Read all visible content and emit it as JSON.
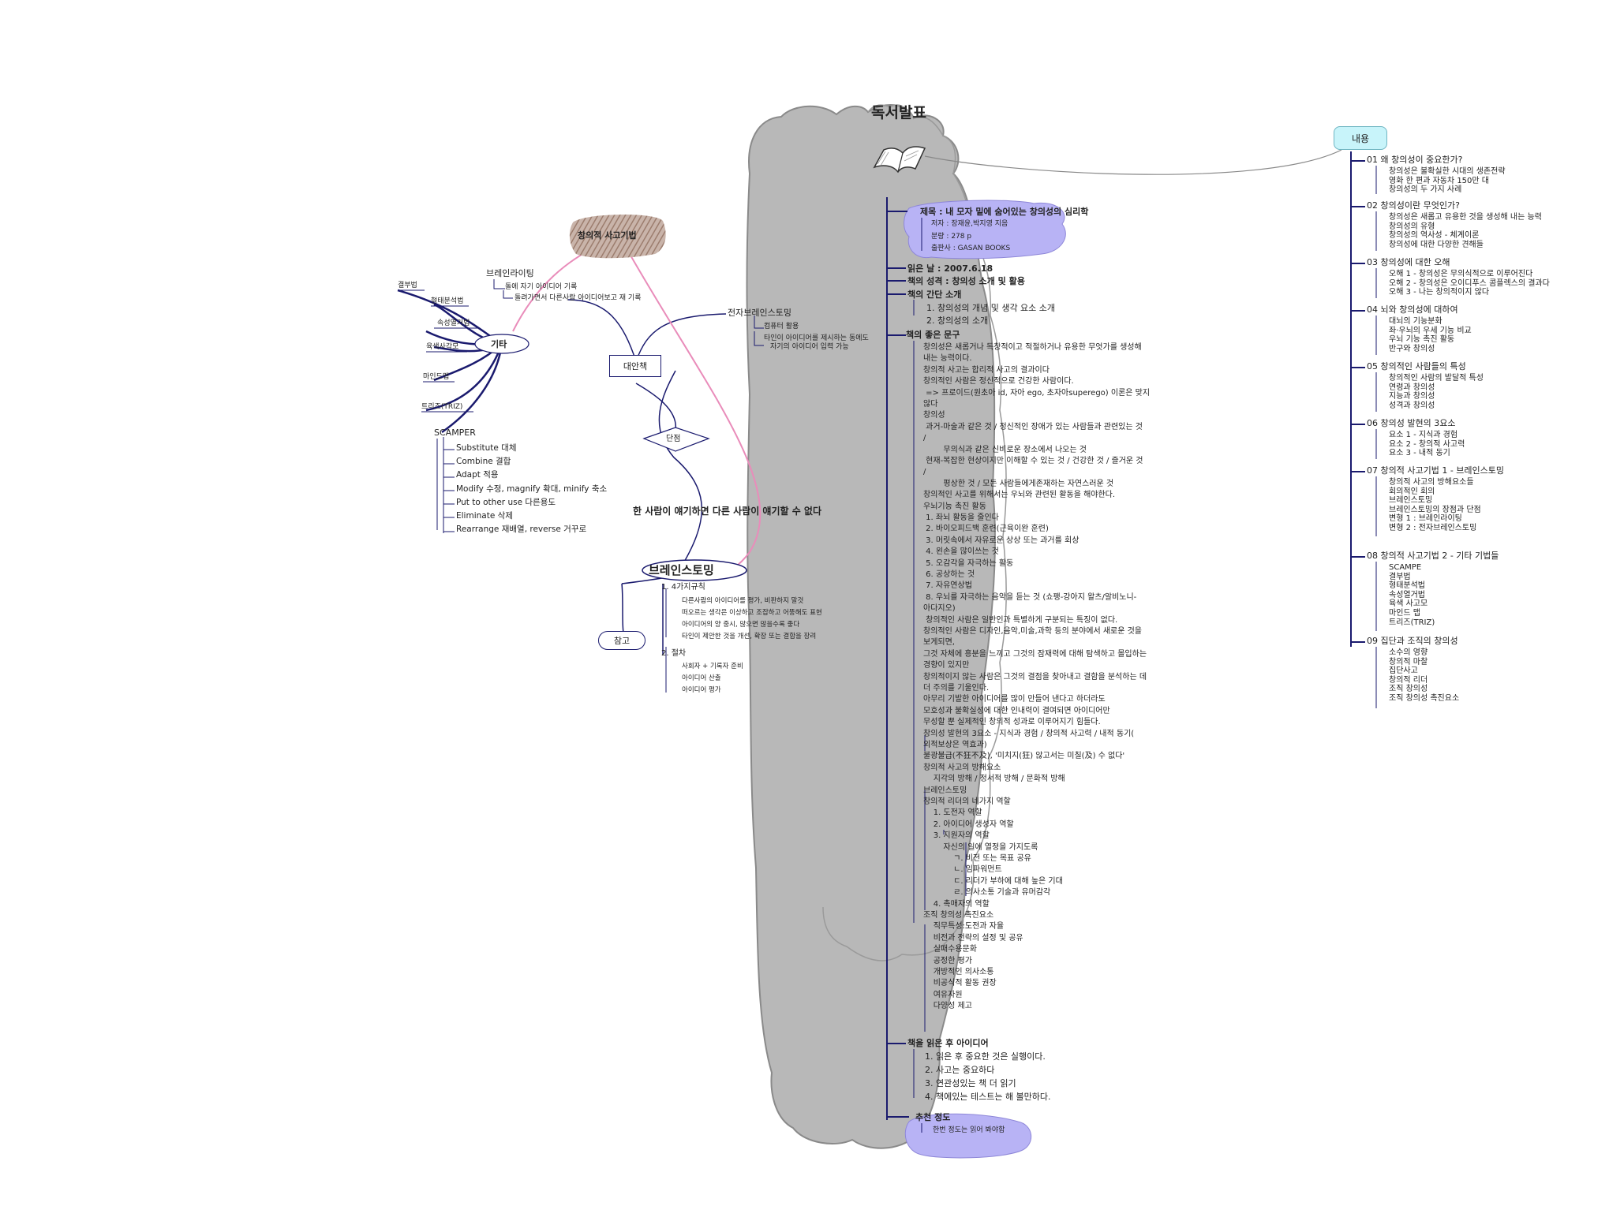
{
  "title": "독서발표",
  "content_node": "내용",
  "left": {
    "creative_thinking_node": "창의적 사고기법",
    "etc_node": "기타",
    "countermeasure_node": "대안책",
    "weakness_node": "단점",
    "brainstorming_node": "브레인스토밍",
    "reference_node": "참고",
    "quote": "한 사람이 얘기하면 다른 사람이 얘기할 수 없다",
    "brainwriting": [
      "브레인라이팅",
      "돌에 자기 아이디어 기록",
      "돌려가면서 다른사람 아이디어보고 재 기록"
    ],
    "electronic": [
      "전자브레인스토밍",
      "컴퓨터 활용",
      "타인이 아이디어를 제시하는 동에도",
      "자기의 아이디어 입력 가능"
    ],
    "etc_items": [
      "결부법",
      "형태분석법",
      "속성열거법",
      "육색사각모",
      "마인드맵",
      "트리즈(TRIZ)"
    ],
    "scamper_title": "SCAMPER",
    "scamper": [
      "Substitute 대체",
      "Combine 결합",
      "Adapt 적용",
      "Modify 수정, magnify 확대, minify 축소",
      "Put to other use 다른용도",
      "Eliminate 삭제",
      "Rearrange 재배열, reverse 거꾸로"
    ],
    "rules_title": "1. 4가지규칙",
    "rules": [
      "다른사람의 아이디어를 평가, 비판하지 말것",
      "떠오르는 생각은 이상하고 조잡하고 어뚱해도 표현",
      "아이디어의 양 중시, 많으면 많을수록 좋다",
      "타인이 제안한 것을 개선, 확장 또는 결합을 장려"
    ],
    "steps_title": "2. 절차",
    "steps": [
      "사회자 + 기록자 준비",
      "아이디어 산출",
      "아이디어 평가"
    ]
  },
  "center": {
    "book_title": "제목 : 내 모자 밑에 숨어있는 창의성의 심리학",
    "book_info": [
      "저자 : 장재윤,박지영 지음",
      "분량 : 278 p",
      "출판사 : GASAN BOOKS"
    ],
    "read_date": "읽은 날 : 2007.6.18",
    "nature": "책의 성격 : 창의성 소개 및 활용",
    "intro_title": "책의 간단 소개",
    "intro": [
      "1. 창의성의 개념 및 생각 요소 소개",
      "2. 창의성의 소개"
    ],
    "quotes_title": "책의 좋은 문구",
    "quotes": [
      "창의성은 새롭거나 독창적이고 적절하거나 유용한 무엇가를 생성해",
      "내는 능력이다.",
      "창의적 사고는 합리적 사고의 결과이다",
      "창의적인 사람은 정신적으로 건강한 사람이다.",
      " => 프로이드(원초아 id, 자아 ego, 초자아superego) 이론은 맞지",
      "않다",
      "창의성",
      " 과거-마술과 같은 것 / 정신적인 장애가 있는 사람들과 관련있는 것",
      "/",
      "        무의식과 같은 신비로운 장소에서 나오는 것",
      " 현재-복잡한 현상이지만 이해할 수 있는 것 / 건강한 것 / 즐거운 것",
      "/",
      "        평상한 것 / 모든 사람들에게존재하는 자연스러운 것",
      "창의적인 사고를 위해서는 우뇌와 관련된 활동을 해야한다.",
      "우뇌기능 촉진 활동",
      " 1. 좌뇌 활동을 줄인다",
      " 2. 바이오피드백 훈련(근육이완 훈련)",
      " 3. 머릿속에서 자유로운 상상 또는 과거를 회상",
      " 4. 왼손을 많이쓰는 것",
      " 5. 오감각을 자극하는 활동",
      " 6. 공상하는 것",
      " 7. 자유연상법",
      " 8. 우뇌를 자극하는 음악을 듣는 것 (쇼팽-강아지 왈츠/알비노니-",
      "아다지오)",
      " 창의적인 사람은 일반인과 특별하게 구분되는 특징이 없다.",
      "창의적인 사람은 디자인,음악,미술,과학 등의 분야에서 새로운 것을",
      "보게되면,",
      "그것 자체에 흥분을 느끼고 그것의 잠재력에 대해 탐색하고 몰입하는",
      "경향이 있지만",
      "창의적이지 않는 사람은 그것의 결점을 찾아내고 결함을 분석하는 데",
      "더 주의를 기울인다.",
      "아무리 기발한 아이디어를 많이 만들어 낸다고 하더라도",
      "모호성과 불확실성에 대한 인내력이 결여되면 아이디어만",
      "무성할 뿐 실제적인 창의적 성과로 이루어지기 힘들다.",
      "창의성 발현의 3요소 - 지식과 경험 / 창의적 사고력 / 내적 동기(",
      "외적보상은 역효과)",
      "불광불급(不狂不及), '미치지(狂) 않고서는 미칠(及) 수 없다'",
      "창의적 사고의 방해요소",
      "    지각의 방해 / 정서적 방해 / 문화적 방해",
      "브레인스토밍",
      "창의적 리더의 네가지 역할",
      "    1. 도전자 역할",
      "    2. 아이디어 생성자 역할",
      "    3. 지원자의 역할",
      "        자신의 일에 열정을 가지도록",
      "            ㄱ. 비전 또는 목표 공유",
      "            ㄴ. 임파워먼트",
      "            ㄷ. 리더가 부하에 대해 높은 기대",
      "            ㄹ. 의사소통 기술과 유머감각",
      "    4. 촉매자의 역할",
      "조직 창의성 촉진요소",
      "    직무특성:도전과 자율",
      "    비전과 전략의 설정 및 공유",
      "    실패수용문화",
      "    공정한 평가",
      "    개방적인 의사소통",
      "    비공식적 활동 권장",
      "    여유자원",
      "    다양성 제고"
    ],
    "ideas_title": "책을 읽은 후 아이디어",
    "ideas": [
      "1. 읽은 후 중요한 것은 실행이다.",
      "2. 사고는 중요하다",
      "3. 연관성있는 책 더 읽기",
      "4. 책에있는 테스트는 해 볼만하다."
    ],
    "rec_title": "추천 정도",
    "rec": "한번 정도는 읽어 봐야함"
  },
  "right": {
    "sections": [
      {
        "title": "01 왜 창의성이 중요한가?",
        "items": [
          "창의성은 불확실한 시대의 생존전략",
          "영화 한 편과 자동차 150만 대",
          "창의성의 두 가지 사례"
        ]
      },
      {
        "title": "02 창의성이란 무엇인가?",
        "items": [
          "창의성은 새롭고 유용한 것을 생성해 내는 능력",
          "창의성의 유형",
          "창의성의 역사성 - 체계이론",
          "창의성에 대한 다양한 견해들"
        ]
      },
      {
        "title": "03 창의성에 대한 오해",
        "items": [
          "오해 1 - 창의성은 무의식적으로 이루어진다",
          "오해 2 - 창의성은 오이디푸스 콤플렉스의 결과다",
          "오해 3 - 나는 창의적이지 않다"
        ]
      },
      {
        "title": "04 뇌와 창의성에 대하여",
        "items": [
          "대뇌의 기능분화",
          "좌·우뇌의 우세 기능 비교",
          "우뇌 기능 촉진 활동",
          "반구와 창의성"
        ]
      },
      {
        "title": "05 창의적인 사람들의 특성",
        "items": [
          "창의적인 사람의 발달적 특성",
          "연령과 창의성",
          "지능과 창의성",
          "성격과 창의성"
        ]
      },
      {
        "title": "06 창의성 발현의 3요소",
        "items": [
          "요소 1 - 지식과 경험",
          "요소 2 - 창의적 사고력",
          "요소 3 - 내적 동기"
        ]
      },
      {
        "title": "07 창의적 사고기법 1 - 브레인스토밍",
        "items": [
          "창의적 사고의 방해요소들",
          "회의적인 회의",
          "브레인스토밍",
          "브레인스토밍의 장점과 단점",
          "변형 1 : 브레인라이팅",
          "변형 2 : 전자브레인스토밍"
        ]
      },
      {
        "title": "08 창의적 사고기법 2 - 기타 기법들",
        "items": [
          "SCAMPE",
          "결부법",
          "형태분석법",
          "속성열거법",
          "육색 사고모",
          "마인드 맵",
          "트리즈(TRIZ)"
        ]
      },
      {
        "title": "09 집단과 조직의 창의성",
        "items": [
          "소수의 영향",
          "창의적 마찰",
          "집단사고",
          "창의적 리더",
          "조직 창의성",
          "조직 창의성 촉진요소"
        ]
      }
    ]
  },
  "colors": {
    "cloud": "#b8b8b8",
    "cloud_edge": "#8a8a8a",
    "lavender": "#b8b3f5",
    "cyan": "#c8f4fa",
    "navy": "#1a1a6e",
    "pink": "#f19cc6",
    "brown": "#a98877"
  }
}
